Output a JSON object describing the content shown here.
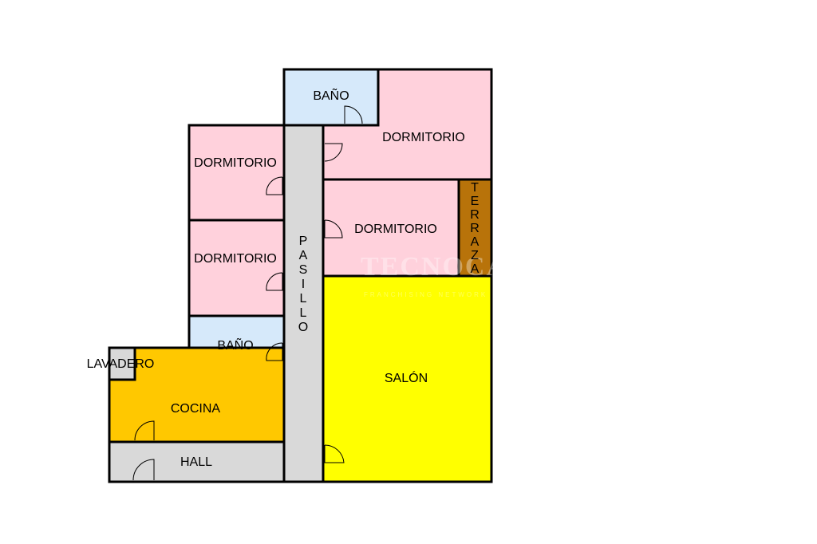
{
  "colors": {
    "bedroom": "#FFD1DC",
    "bathroom": "#D6E9FA",
    "hallway": "#D9D9D9",
    "kitchen": "#FFC800",
    "living": "#FFFF00",
    "terrace": "#B8730A",
    "wall": "#000000"
  },
  "rooms": {
    "bano_top": "BAÑO",
    "dormitorio_top_right": "DORMITORIO",
    "dormitorio_left_1": "DORMITORIO",
    "dormitorio_left_2": "DORMITORIO",
    "dormitorio_mid_right": "DORMITORIO",
    "terraza_letters": [
      "T",
      "E",
      "R",
      "R",
      "A",
      "Z",
      "A"
    ],
    "pasillo_letters": [
      "P",
      "A",
      "S",
      "I",
      "L",
      "L",
      "O"
    ],
    "bano_left": "BAÑO",
    "lavadero": "LAVADERO",
    "cocina": "COCINA",
    "hall": "HALL",
    "salon": "SALÓN"
  },
  "watermark": {
    "logo": "TECNOCASA",
    "tagline": "FRANCHISING NETWORK"
  }
}
